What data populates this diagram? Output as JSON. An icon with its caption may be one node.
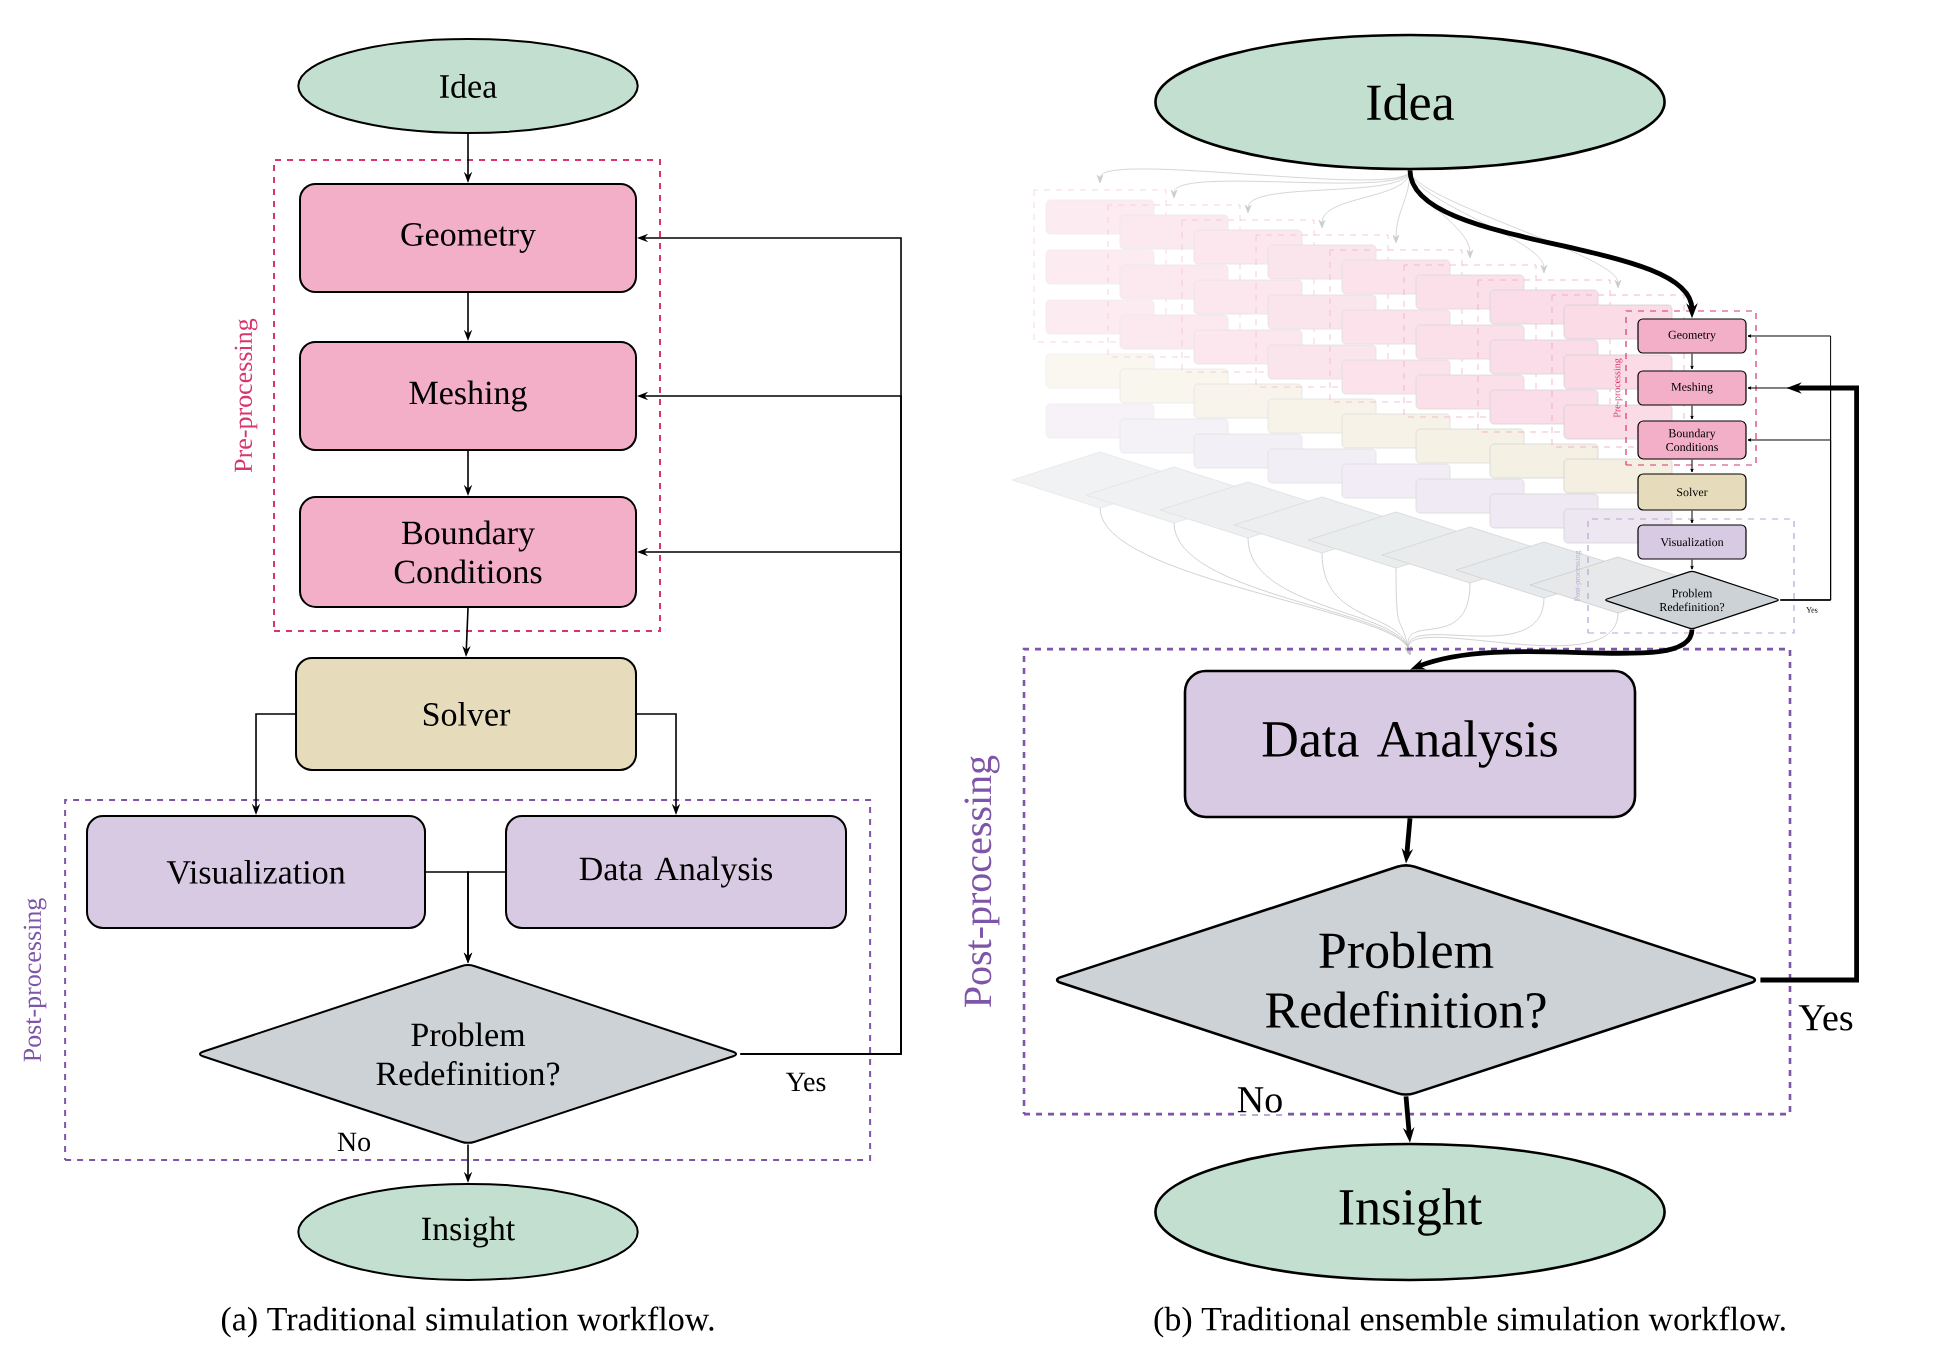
{
  "diagram": {
    "nodes": [
      {
        "text": [
          "Idea"
        ]
      },
      {
        "text": [
          "Pre-processing"
        ]
      },
      {
        "text": [
          "Geometry"
        ],
        "in": 1
      },
      {
        "text": [
          "Meshing"
        ],
        "in": 1
      },
      {
        "text": [
          "Boundary Conditions"
        ],
        "in": 1
      },
      {
        "text": [
          "Solver"
        ]
      },
      {
        "text": [
          "Post-processing"
        ]
      },
      {
        "text": [
          "Visualization"
        ],
        "in": 6
      },
      {
        "text": [
          "Data Analysis"
        ],
        "in": 6
      },
      {
        "text": [
          "Problem Redefinition?"
        ],
        "in": 6
      },
      {
        "text": [
          "Insight"
        ]
      },
      {
        "text": [
          "Idea"
        ]
      },
      {
        "text": [
          "Pre-processing"
        ]
      },
      {
        "text": [
          "Geometry"
        ],
        "in": 12
      },
      {
        "text": [
          "Meshing"
        ],
        "in": 12
      },
      {
        "text": [
          "Boundary Conditions"
        ],
        "in": 12
      },
      {
        "text": [
          "Solver"
        ]
      },
      {
        "text": [
          "Post-processing"
        ]
      },
      {
        "text": [
          "Visualization"
        ],
        "in": 17
      },
      {
        "text": [
          "Problem Redefinition?"
        ],
        "in": 17
      },
      {
        "text": [
          "Post-processing"
        ]
      },
      {
        "text": [
          "Data Analysis"
        ],
        "in": 20
      },
      {
        "text": [
          "Problem Redefinition?"
        ],
        "in": 20
      },
      {
        "text": [
          "Insight"
        ]
      }
    ],
    "edges": [
      {
        "from": 0,
        "to": 2,
        "arrow": "to"
      },
      {
        "from": 2,
        "to": 3,
        "arrow": "to"
      },
      {
        "from": 3,
        "to": 4,
        "arrow": "to"
      },
      {
        "from": 4,
        "to": 5,
        "arrow": "to"
      },
      {
        "from": 5,
        "to": 7,
        "arrow": "to"
      },
      {
        "from": 5,
        "to": 8,
        "arrow": "to"
      },
      {
        "from": 7,
        "to": 9,
        "arrow": "to"
      },
      {
        "from": 8,
        "to": 9,
        "arrow": "to"
      },
      {
        "from": 9,
        "to": 10,
        "arrow": "to",
        "label": "No"
      },
      {
        "from": 9,
        "to": 2,
        "arrow": "to",
        "label": "Yes"
      },
      {
        "from": 9,
        "to": 3,
        "arrow": "to"
      },
      {
        "from": 9,
        "to": 4,
        "arrow": "to"
      },
      {
        "from": 11,
        "to": 13,
        "arrow": "to",
        "style": "thick"
      },
      {
        "from": 13,
        "to": 14,
        "arrow": "to"
      },
      {
        "from": 14,
        "to": 15,
        "arrow": "to"
      },
      {
        "from": 15,
        "to": 16,
        "arrow": "to"
      },
      {
        "from": 16,
        "to": 18,
        "arrow": "to"
      },
      {
        "from": 18,
        "to": 19,
        "arrow": "to"
      },
      {
        "from": 19,
        "to": 13,
        "arrow": "to",
        "label": "Yes"
      },
      {
        "from": 19,
        "to": 14,
        "arrow": "to"
      },
      {
        "from": 19,
        "to": 15,
        "arrow": "to"
      },
      {
        "from": 19,
        "to": 21,
        "arrow": "to",
        "style": "thick"
      },
      {
        "from": 21,
        "to": 22,
        "arrow": "to",
        "style": "thick"
      },
      {
        "from": 22,
        "to": 23,
        "arrow": "to",
        "style": "thick",
        "label": "No"
      },
      {
        "from": 22,
        "to": 12,
        "arrow": "to",
        "style": "thick",
        "label": "Yes"
      }
    ],
    "labels": [
      "(a) Traditional simulation workflow.",
      "(b) Traditional ensemble simulation workflow."
    ]
  }
}
